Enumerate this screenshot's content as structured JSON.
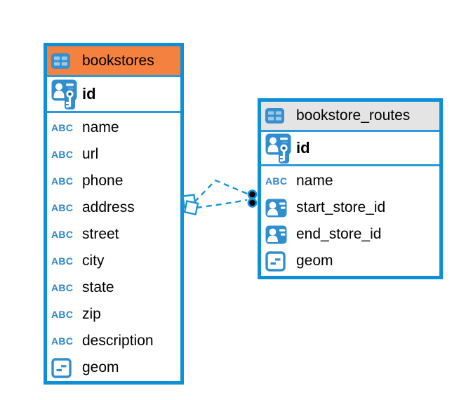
{
  "diagram": {
    "background": "#ffffff",
    "table_border_blue": "#0e90d7",
    "divider_blue": "#2a9ad9",
    "connector_blue": "#1a93d8",
    "icon_blue": "#2f8ecf",
    "icon_cell_light_blue": "#9cc9ea",
    "text_color": "#000000"
  },
  "icons": {
    "text_type_glyph": "ABC"
  },
  "tables": [
    {
      "name": "bookstores",
      "header_style": "orange",
      "header_color": "#f5813f",
      "primary_key": {
        "label": "id",
        "icon": "primary-key-icon"
      },
      "columns": [
        {
          "label": "name",
          "icon": "text-type-icon"
        },
        {
          "label": "url",
          "icon": "text-type-icon"
        },
        {
          "label": "phone",
          "icon": "text-type-icon"
        },
        {
          "label": "address",
          "icon": "text-type-icon"
        },
        {
          "label": "street",
          "icon": "text-type-icon"
        },
        {
          "label": "city",
          "icon": "text-type-icon"
        },
        {
          "label": "state",
          "icon": "text-type-icon"
        },
        {
          "label": "zip",
          "icon": "text-type-icon"
        },
        {
          "label": "description",
          "icon": "text-type-icon"
        },
        {
          "label": "geom",
          "icon": "geometry-type-icon"
        }
      ]
    },
    {
      "name": "bookstore_routes",
      "header_style": "gray",
      "header_color": "#e4e4e4",
      "primary_key": {
        "label": "id",
        "icon": "primary-key-icon"
      },
      "columns": [
        {
          "label": "name",
          "icon": "text-type-icon"
        },
        {
          "label": "start_store_id",
          "icon": "reference-type-icon"
        },
        {
          "label": "end_store_id",
          "icon": "reference-type-icon"
        },
        {
          "label": "geom",
          "icon": "geometry-type-icon"
        }
      ]
    }
  ],
  "relationships": [
    {
      "between": "bookstores ↔ bookstore_routes",
      "line_style": "dashed",
      "line_count": 2,
      "marker_at_bookstores": "overlapping-white-squares",
      "marker_at_bookstore_routes": "overlapping-filled-circles"
    }
  ]
}
